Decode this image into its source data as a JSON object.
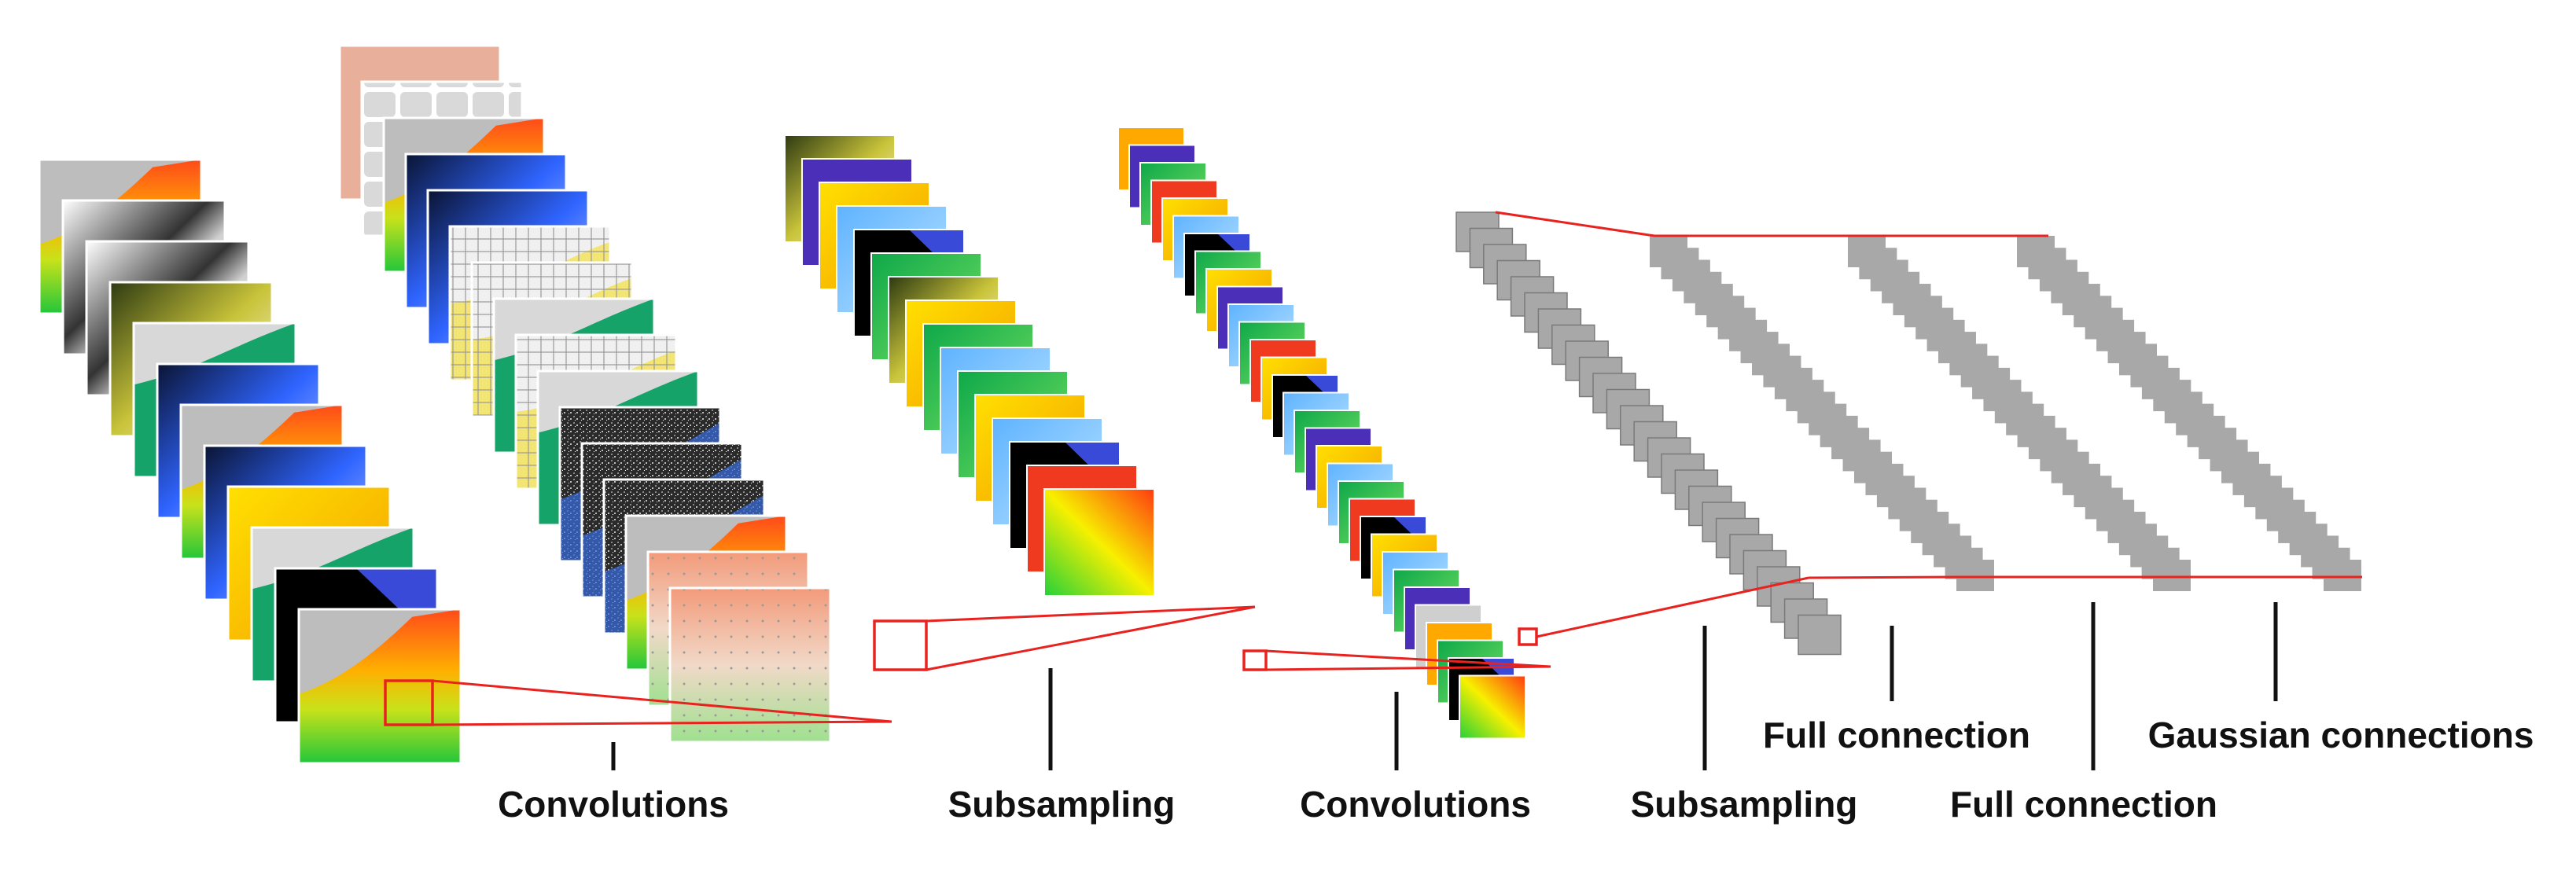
{
  "stages": [
    {
      "label": "Convolutions"
    },
    {
      "label": "Subsampling"
    },
    {
      "label": "Convolutions"
    },
    {
      "label": "Subsampling"
    },
    {
      "label": "Full connection"
    },
    {
      "label": "Full connection"
    },
    {
      "label": "Gaussian connections"
    }
  ],
  "colors": {
    "connector": "#e8231f",
    "neuron": "#a8a8a8",
    "neuron_edge": "#7a7a7a",
    "tick": "#111111"
  }
}
